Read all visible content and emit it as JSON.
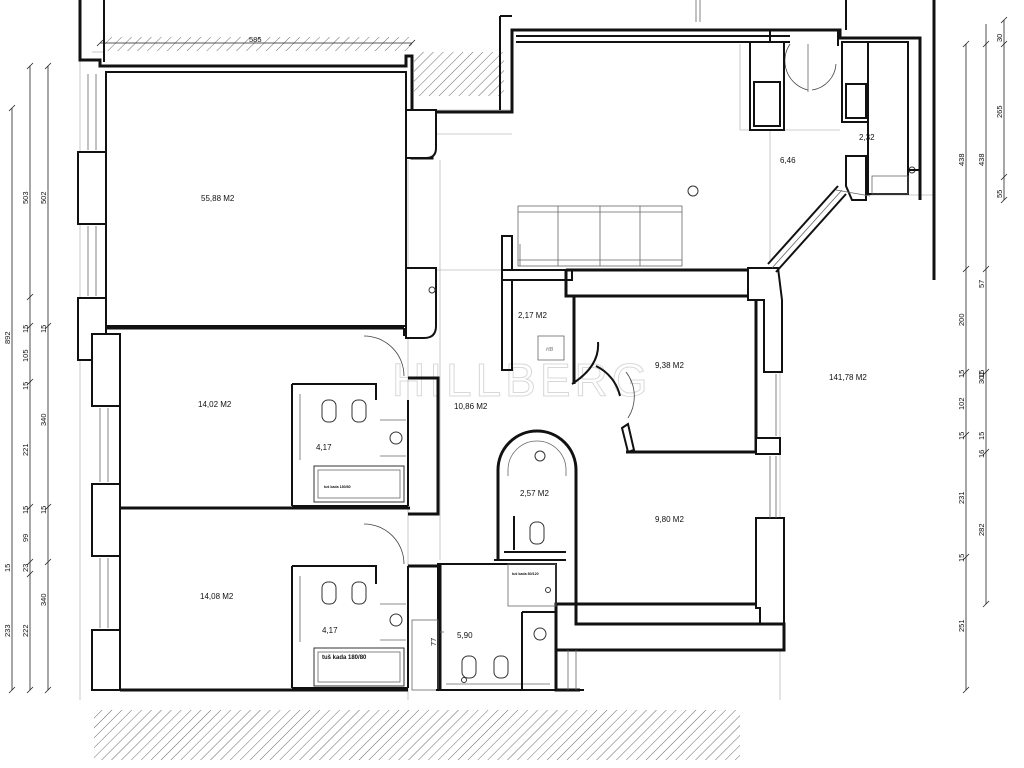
{
  "rooms": [
    {
      "id": "living-a",
      "label": "55,88 M2"
    },
    {
      "id": "bedroom-1",
      "label": "14,02 M2"
    },
    {
      "id": "bedroom-2",
      "label": "14,08 M2"
    },
    {
      "id": "bath-1",
      "label": "4,17"
    },
    {
      "id": "bath-2",
      "label": "4,17"
    },
    {
      "id": "hall",
      "label": "10,86 M2"
    },
    {
      "id": "storage",
      "label": "2,17 M2"
    },
    {
      "id": "room-938",
      "label": "9,38 M2"
    },
    {
      "id": "room-980",
      "label": "9,80 M2"
    },
    {
      "id": "wc",
      "label": "2,57 M2"
    },
    {
      "id": "bath-3",
      "label": "5,90"
    },
    {
      "id": "total",
      "label": "141,78 M2"
    },
    {
      "id": "entry",
      "label": "6,46"
    },
    {
      "id": "closet",
      "label": "2,32"
    }
  ],
  "fixtures": {
    "tub_1": "tuš kada 180/80",
    "tub_2": "tuš kada 180/80",
    "shower": "tuš kada 80/120",
    "hb_mark": "HB"
  },
  "watermark": "HILLBERG",
  "dimensions": {
    "top": "585",
    "left_outer": "892",
    "left_mid": [
      "503",
      "105",
      "221",
      "99",
      "233"
    ],
    "left_mid_small": [
      "15",
      "15",
      "15",
      "15"
    ],
    "left_inner": [
      "502",
      "340",
      "340",
      "222"
    ],
    "left_inner_small": [
      "15",
      "15",
      "23"
    ],
    "right_inner": [
      "438",
      "200",
      "102",
      "231",
      "251"
    ],
    "right_inner_small": [
      "15",
      "15",
      "15"
    ],
    "right_outer": [
      "30",
      "265",
      "438",
      "55",
      "57",
      "301",
      "16",
      "282"
    ],
    "right_outer_small": [
      "15",
      "15"
    ],
    "bath_note": "77"
  }
}
